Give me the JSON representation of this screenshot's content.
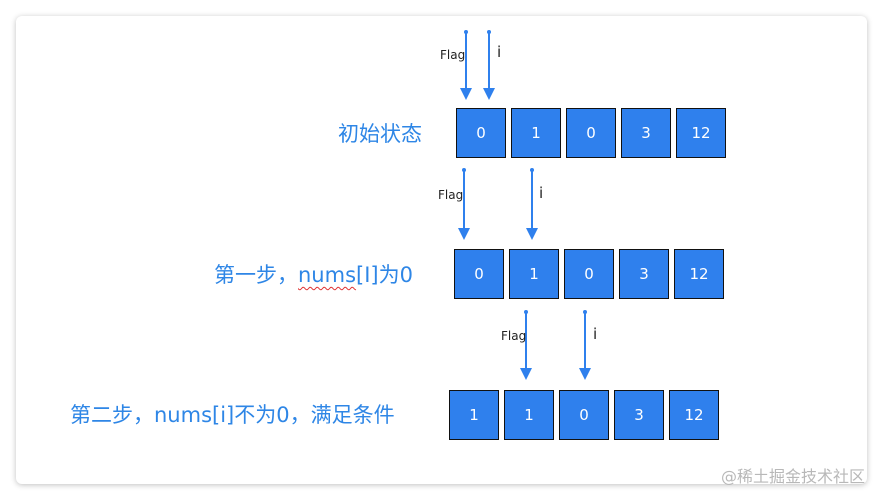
{
  "colors": {
    "accent": "#2f80ed",
    "label": "#2e86e6",
    "arrow": "#2f80ed"
  },
  "pointer_names": {
    "flag": "Flag",
    "i": "i"
  },
  "rows": [
    {
      "label_parts": [
        "初始状态"
      ],
      "cells": [
        "0",
        "1",
        "0",
        "3",
        "12"
      ],
      "flag_index": 0,
      "i_index": 0
    },
    {
      "label_parts": [
        "第一步，",
        "nums",
        "[I]为0"
      ],
      "cells": [
        "0",
        "1",
        "0",
        "3",
        "12"
      ],
      "flag_index": 0,
      "i_index": 1
    },
    {
      "label_parts": [
        "第二步，nums[i]不为0，满足条件"
      ],
      "cells": [
        "1",
        "1",
        "0",
        "3",
        "12"
      ],
      "flag_index": 1,
      "i_index": 2
    }
  ],
  "watermark": "@稀土掘金技术社区"
}
